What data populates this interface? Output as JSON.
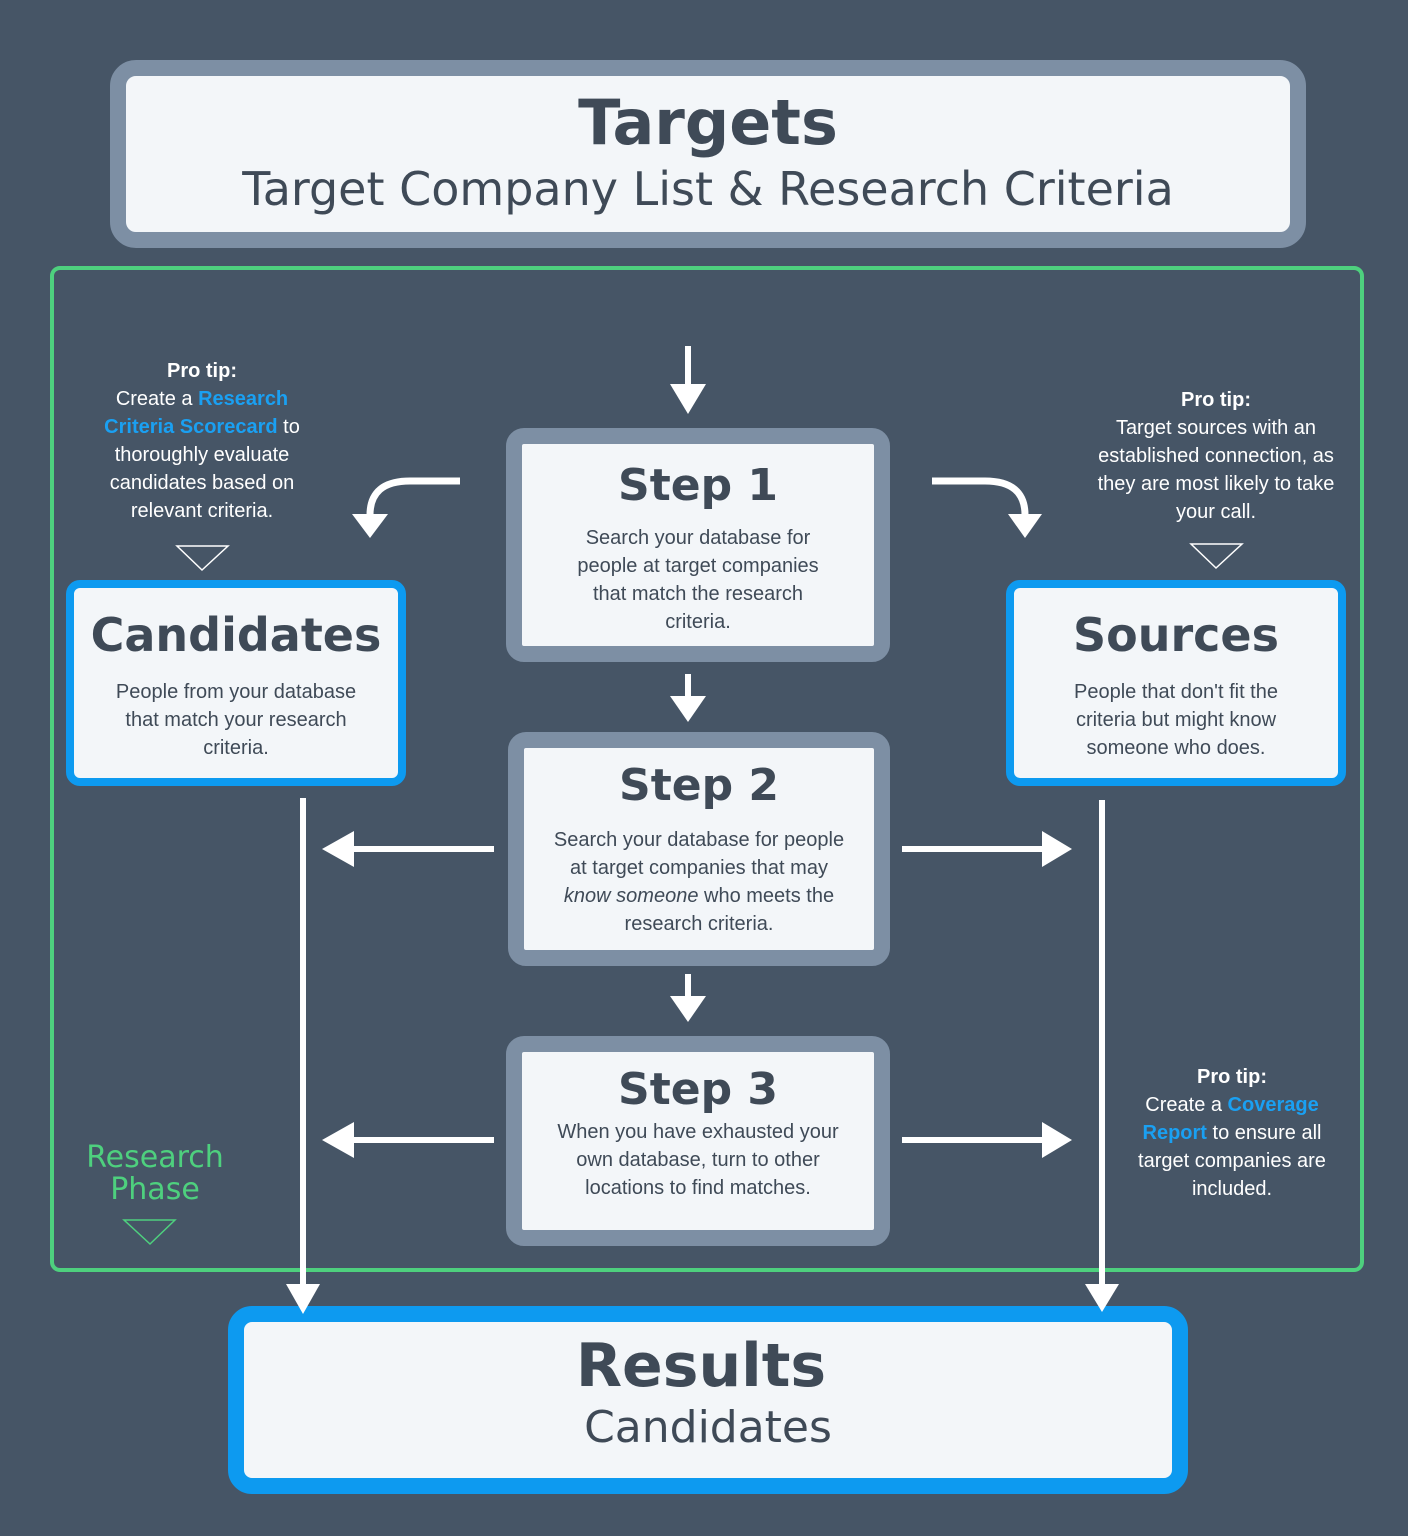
{
  "targets": {
    "title": "Targets",
    "subtitle": "Target Company List & Research Criteria"
  },
  "steps": [
    {
      "title": "Step 1",
      "text": "Search your database for people at target companies that match the research criteria."
    },
    {
      "title": "Step 2",
      "text_before": "Search your database for people at target companies that may ",
      "text_em": "know someone",
      "text_after": " who meets the research criteria."
    },
    {
      "title": "Step 3",
      "text": "When you have exhausted your own database, turn to other locations to find matches."
    }
  ],
  "candidates": {
    "title": "Candidates",
    "text": "People from your database that match your research criteria."
  },
  "sources": {
    "title": "Sources",
    "text": "People that don't fit the criteria but might know someone who does."
  },
  "tips": {
    "left": {
      "label": "Pro tip:",
      "before": "Create a ",
      "link": "Research Criteria Scorecard",
      "after": " to thoroughly evaluate candidates based on relevant criteria."
    },
    "right_top": {
      "label": "Pro tip:",
      "text": "Target sources with an established connection, as they are most likely to take your call."
    },
    "right_bottom": {
      "label": "Pro tip:",
      "before": "Create a ",
      "link": "Coverage Report",
      "after": " to ensure all target companies are included."
    }
  },
  "research_phase": {
    "line1": "Research",
    "line2": "Phase"
  },
  "results": {
    "title": "Results",
    "subtitle": "Candidates"
  },
  "colors": {
    "background": "#465566",
    "frame_gray": "#7d8fa4",
    "accent_blue": "#0d9af0",
    "research_green": "#4ed07e"
  }
}
